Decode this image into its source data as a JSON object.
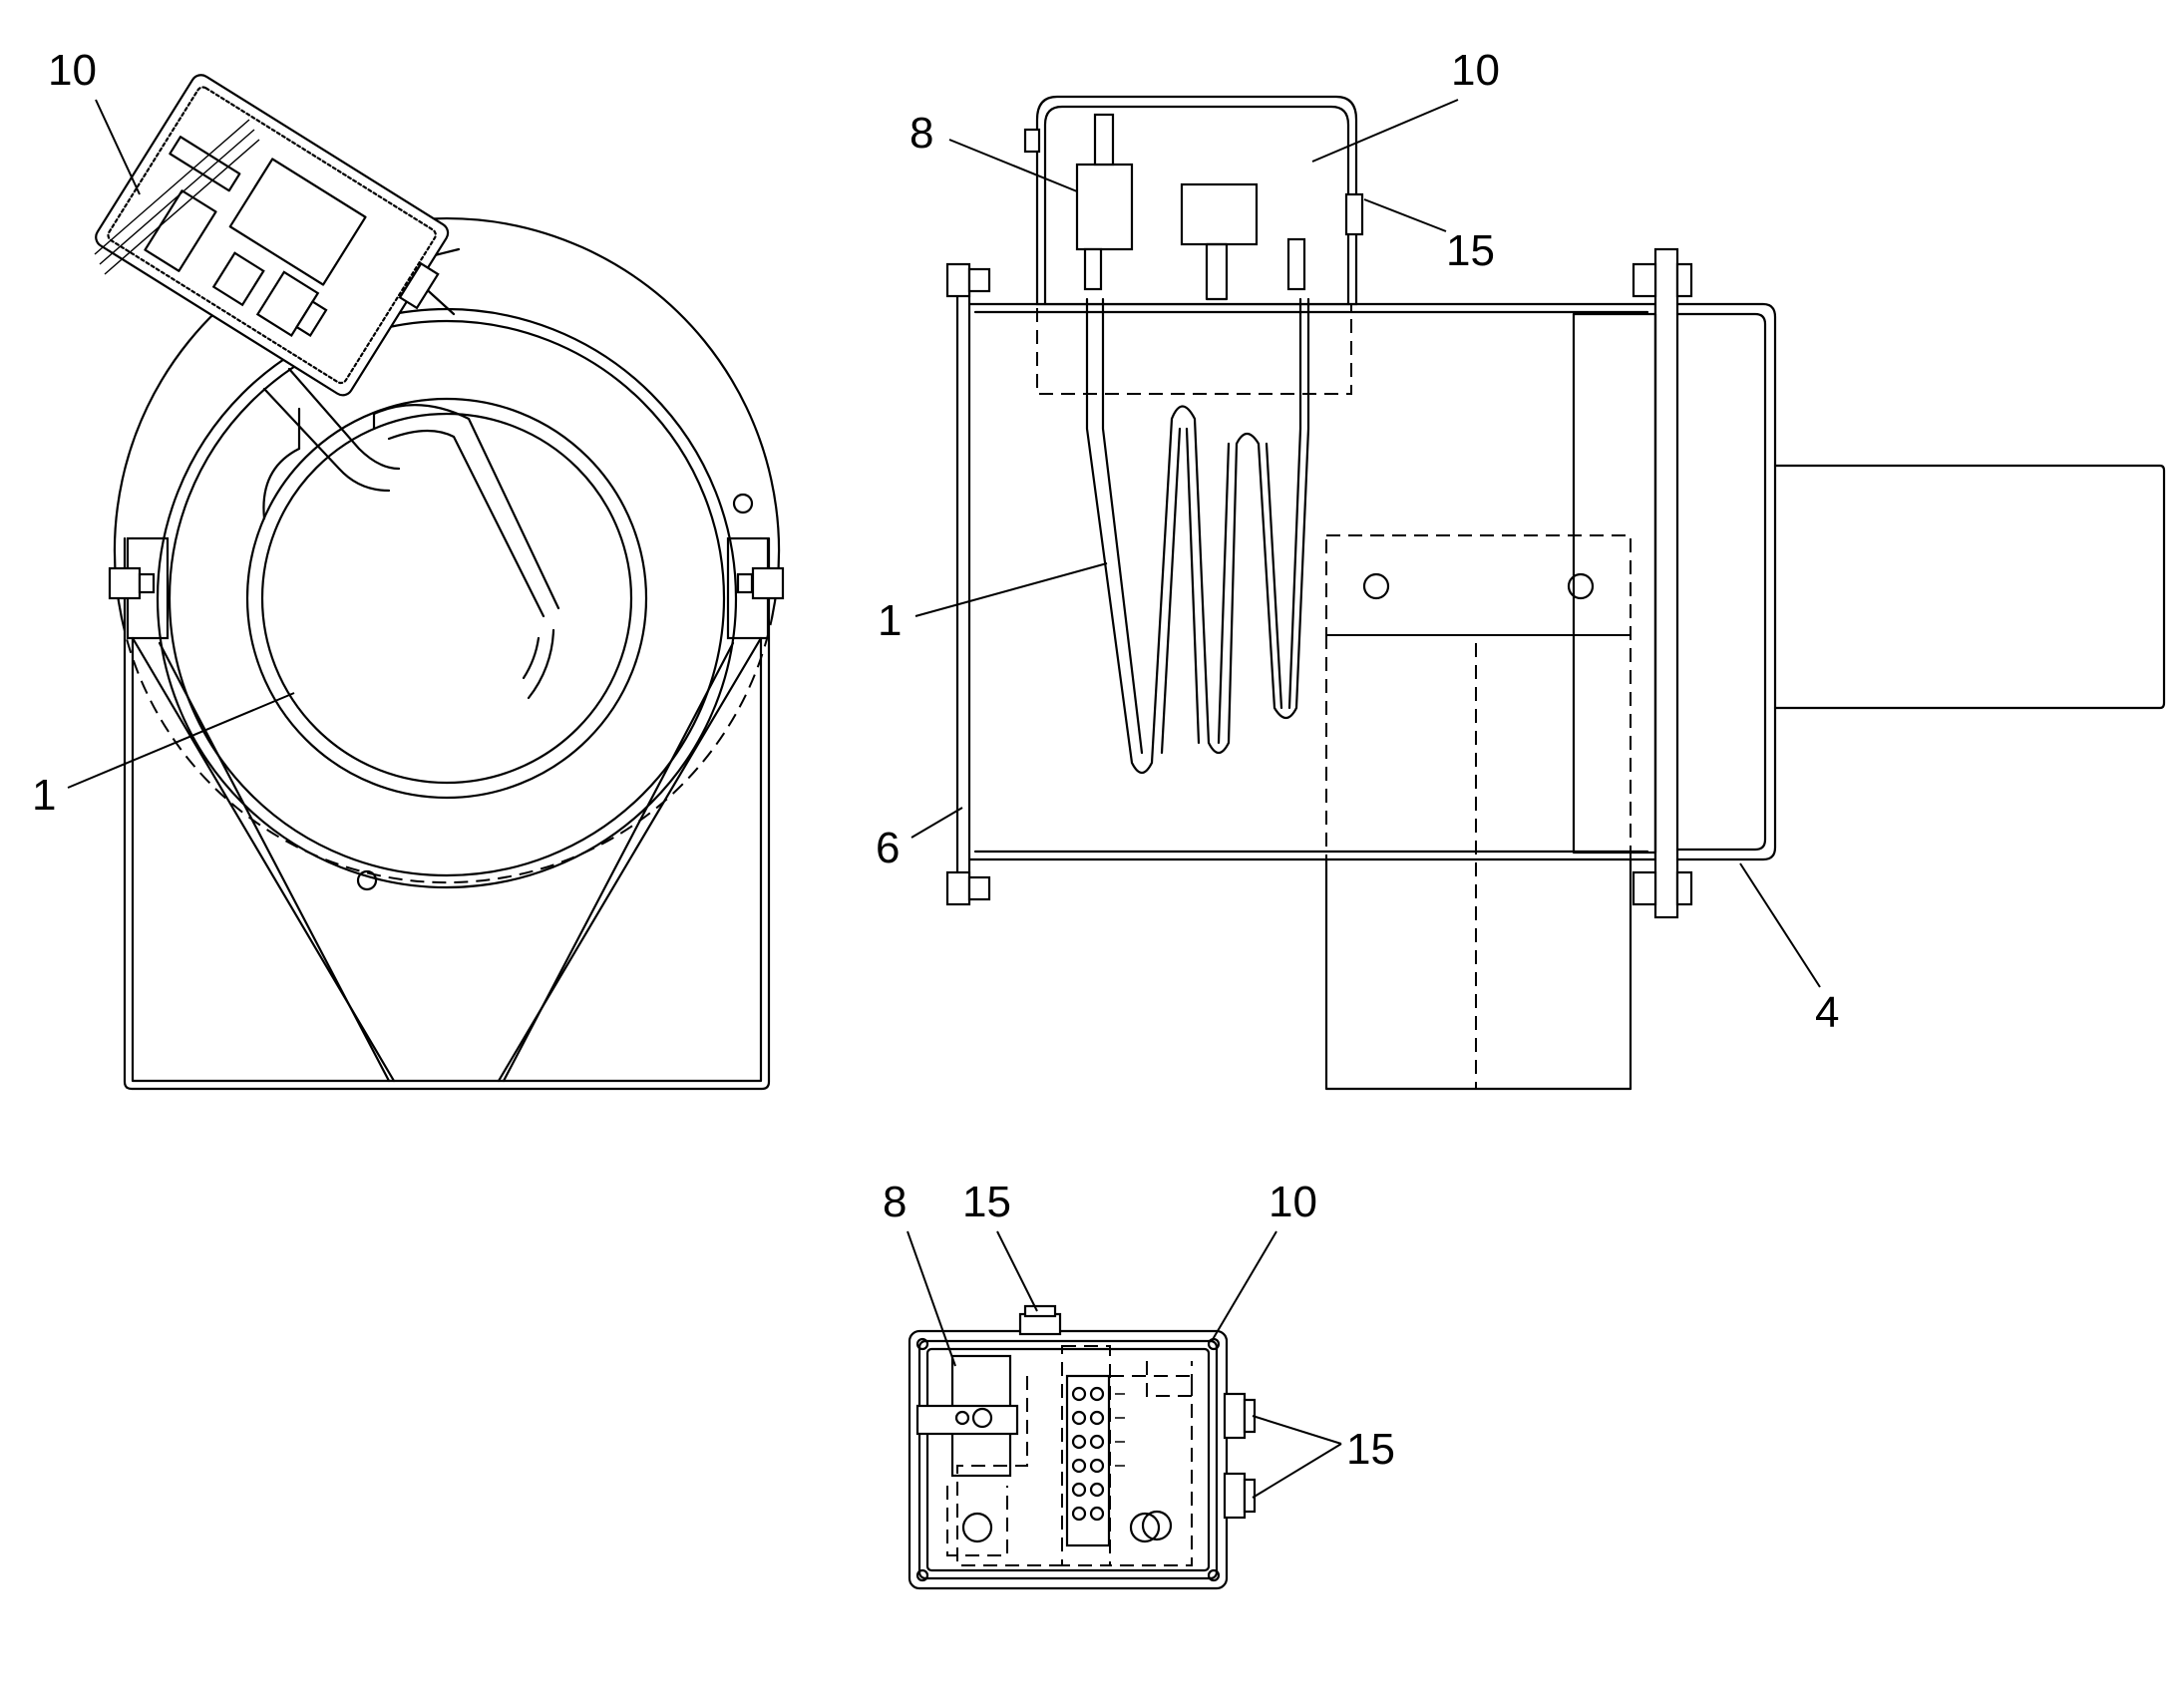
{
  "labels": {
    "left_view": {
      "l10": "10",
      "l1": "1"
    },
    "side_view": {
      "l8": "8",
      "l10": "10",
      "l15": "15",
      "l1": "1",
      "l6": "6",
      "l4": "4"
    },
    "box_view": {
      "l8": "8",
      "l15_top": "15",
      "l10": "10",
      "l15_right": "15"
    }
  }
}
